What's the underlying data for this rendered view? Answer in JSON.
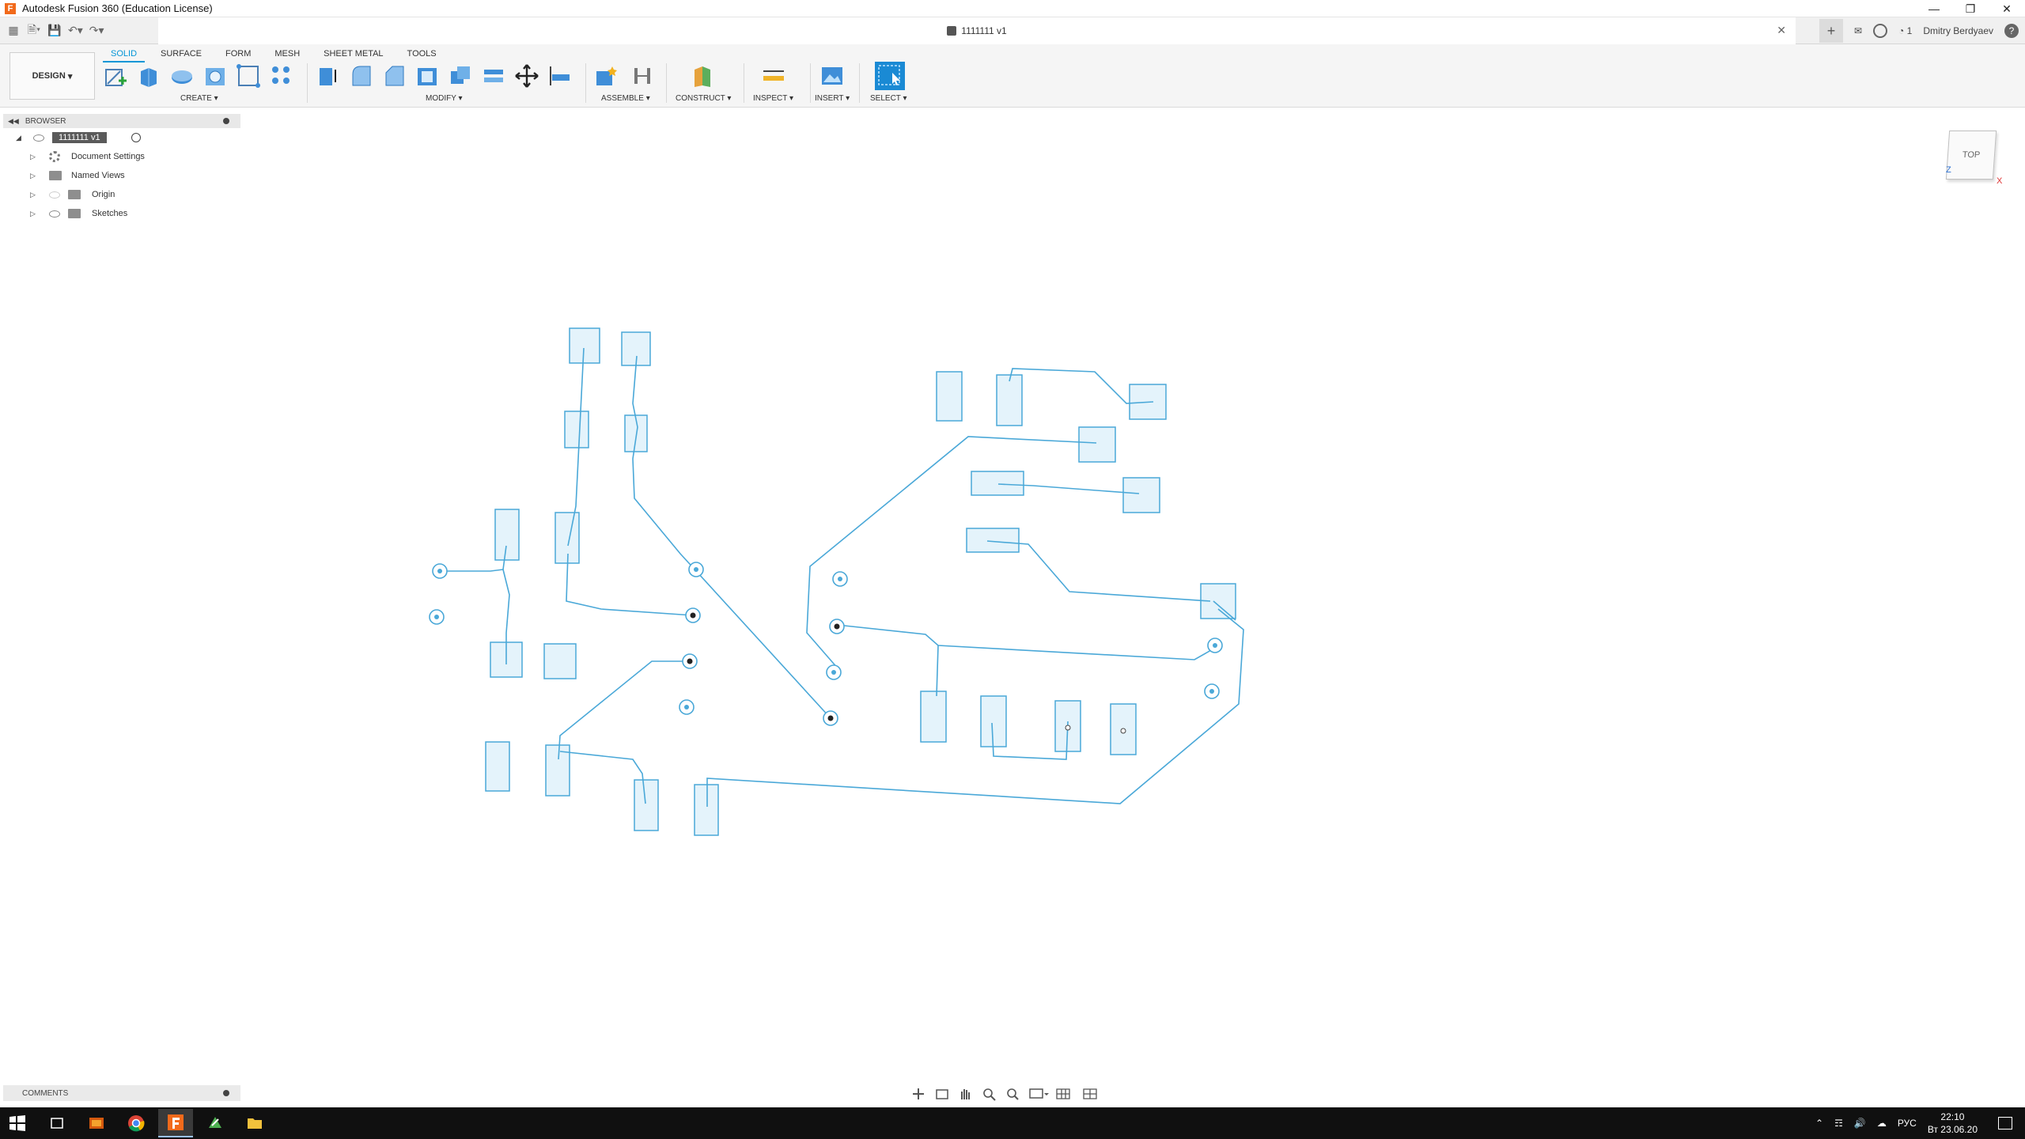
{
  "window": {
    "title": "Autodesk Fusion 360 (Education License)",
    "controls": [
      "minimize",
      "restore",
      "close"
    ]
  },
  "tabbar": {
    "document_title": "1111111 v1",
    "user": "Dmitry Berdyaev",
    "jobs_count": "1"
  },
  "ribbon": {
    "workspace": "DESIGN",
    "tabs": [
      {
        "label": "SOLID",
        "active": true
      },
      {
        "label": "SURFACE",
        "active": false
      },
      {
        "label": "FORM",
        "active": false
      },
      {
        "label": "MESH",
        "active": false
      },
      {
        "label": "SHEET METAL",
        "active": false
      },
      {
        "label": "TOOLS",
        "active": false
      }
    ],
    "groups": {
      "create": "CREATE ▾",
      "modify": "MODIFY ▾",
      "assemble": "ASSEMBLE ▾",
      "construct": "CONSTRUCT ▾",
      "inspect": "INSPECT ▾",
      "insert": "INSERT ▾",
      "select": "SELECT ▾"
    }
  },
  "browser": {
    "header": "BROWSER",
    "root": "1111111 v1",
    "items": [
      {
        "label": "Document Settings",
        "icon": "gear-icon"
      },
      {
        "label": "Named Views",
        "icon": "folder-icon"
      },
      {
        "label": "Origin",
        "icon": "folder-icon"
      },
      {
        "label": "Sketches",
        "icon": "folder-icon"
      }
    ]
  },
  "viewcube": {
    "face": "TOP",
    "axis_x": "X",
    "axis_z": "Z"
  },
  "comments": {
    "header": "COMMENTS"
  },
  "taskbar": {
    "language": "РУС",
    "time": "22:10",
    "date": "Вт 23.06.20"
  },
  "colors": {
    "accent": "#0696d7",
    "sketch_line": "#4aa8d8",
    "sketch_fill": "#e4f3fb",
    "taskbar": "#101010"
  }
}
